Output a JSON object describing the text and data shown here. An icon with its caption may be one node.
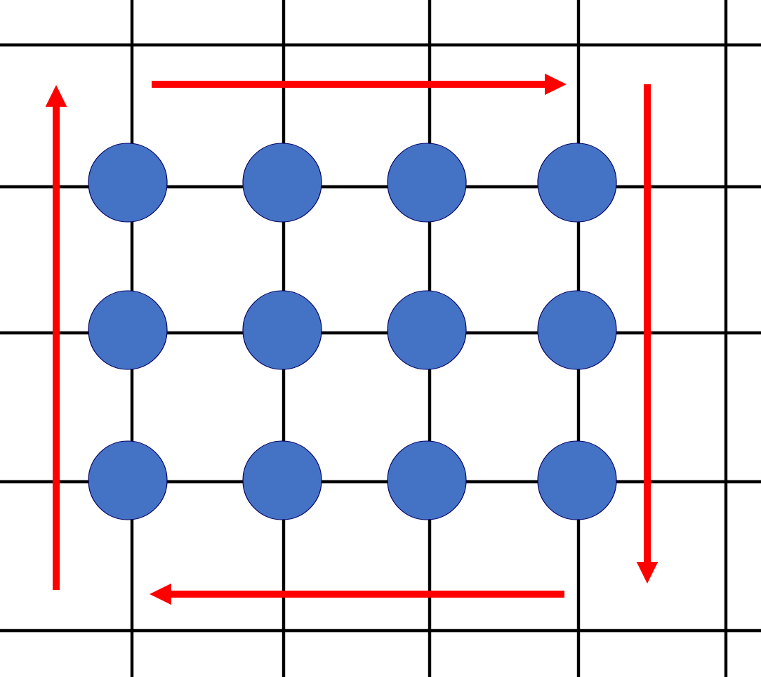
{
  "diagram": {
    "nodes": [
      {
        "text": [],
        "shape": "circle"
      },
      {
        "text": [],
        "shape": "circle"
      },
      {
        "text": [],
        "shape": "circle"
      },
      {
        "text": [],
        "shape": "circle"
      },
      {
        "text": [],
        "shape": "circle"
      },
      {
        "text": [],
        "shape": "circle"
      },
      {
        "text": [],
        "shape": "circle"
      },
      {
        "text": [],
        "shape": "circle"
      },
      {
        "text": [],
        "shape": "circle"
      },
      {
        "text": [],
        "shape": "circle"
      },
      {
        "text": [],
        "shape": "circle"
      },
      {
        "text": [],
        "shape": "circle"
      }
    ]
  }
}
